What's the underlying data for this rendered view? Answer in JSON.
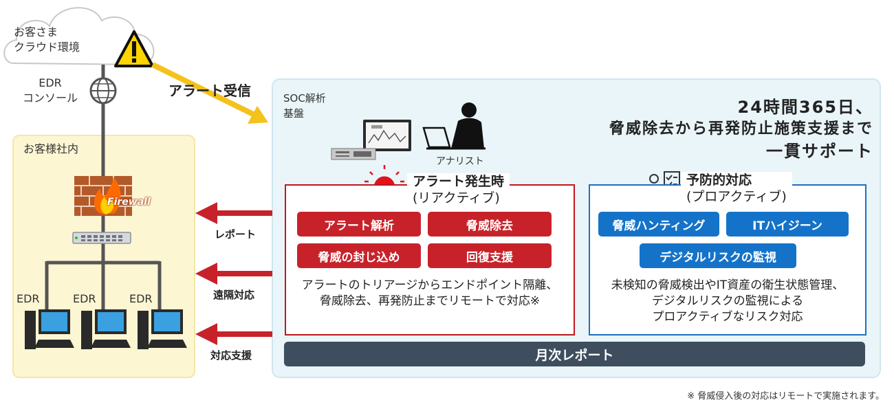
{
  "cloud": {
    "label_line1": "お客さま",
    "label_line2": "クラウド環境"
  },
  "edr_console": {
    "label_line1": "EDR",
    "label_line2": "コンソール"
  },
  "alert_receive": "アラート受信",
  "premises": {
    "label": "お客様社内",
    "firewall": "Firewall",
    "edr_labels": [
      "EDR",
      "EDR",
      "EDR"
    ]
  },
  "arrows": {
    "report": "レポート",
    "remote": "遠隔対応",
    "support": "対応支援"
  },
  "soc": {
    "label_line1": "SOC解析",
    "label_line2": "基盤",
    "analyst": "アナリスト",
    "tagline_line1": "24時間365日、",
    "tagline_line2": "脅威除去から再発防止施策支援まで",
    "tagline_line3": "一貫サポート"
  },
  "reactive": {
    "title": "アラート発生時",
    "subtitle": "(リアクティブ)",
    "buttons": [
      "アラート解析",
      "脅威除去",
      "脅威の封じ込め",
      "回復支援"
    ],
    "desc_line1": "アラートのトリアージからエンドポイント隔離、",
    "desc_line2": "脅威除去、再発防止までリモートで対応※"
  },
  "proactive": {
    "title": "予防的対応",
    "subtitle": "(プロアクティブ)",
    "buttons": [
      "脅威ハンティング",
      "ITハイジーン",
      "デジタルリスクの監視"
    ],
    "desc_line1": "未検知の脅威検出やIT資産の衛生状態管理、",
    "desc_line2": "デジタルリスクの監視による",
    "desc_line3": "プロアクティブなリスク対応"
  },
  "monthly_report": "月次レポート",
  "footnote": "※ 脅威侵入後の対応はリモートで実施されます。",
  "colors": {
    "red": "#c7222a",
    "blue": "#1473c9",
    "arrow_yellow": "#f5c21b",
    "dark": "#3f4e5e"
  }
}
